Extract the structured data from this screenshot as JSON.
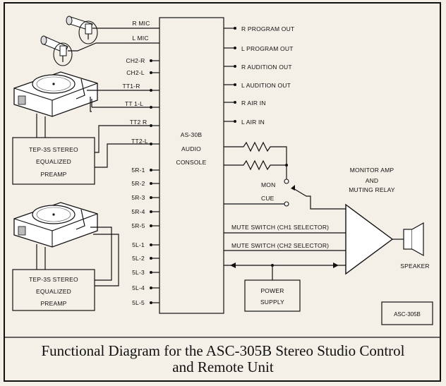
{
  "inputs_left": {
    "r_mic": "R MIC",
    "l_mic": "L MIC",
    "ch2_r": "CH2-R",
    "ch2_l": "CH2-L",
    "tt1_r": "TT1-R",
    "tt1_l": "TT 1-L",
    "tt2_r": "TT2 R",
    "tt2_l": "TT2-L",
    "remotes": [
      "5R-1",
      "5R-2",
      "5R-3",
      "5R-4",
      "5R-5",
      "5L-1",
      "5L-2",
      "5L-3",
      "5L-4",
      "5L-5"
    ]
  },
  "outputs_right": [
    "R PROGRAM OUT",
    "L PROGRAM OUT",
    "R AUDITION OUT",
    "L AUDITION OUT",
    "R AIR IN",
    "L AIR IN"
  ],
  "console": {
    "line1": "AS-30B",
    "line2": "AUDIO",
    "line3": "CONSOLE"
  },
  "preamp_top": {
    "line1": "TEP-3S STEREO",
    "line2": "EQUALIZED",
    "line3": "PREAMP"
  },
  "preamp_bottom": {
    "line1": "TEP-3S STEREO",
    "line2": "EQUALIZED",
    "line3": "PREAMP"
  },
  "switch": {
    "mon": "MON",
    "cue": "CUE"
  },
  "monitor": {
    "line1": "MONITOR AMP",
    "line2": "AND",
    "line3": "MUTING RELAY"
  },
  "mute1": "MUTE SWITCH (CH1 SELECTOR)",
  "mute2": "MUTE SWITCH (CH2 SELECTOR)",
  "power": {
    "line1": "POWER",
    "line2": "SUPPLY"
  },
  "speaker": "SPEAKER",
  "model_tag": "ASC-305B",
  "caption": {
    "line1": "Functional Diagram for the ASC-305B Stereo Studio Control",
    "line2": "and Remote Unit"
  }
}
